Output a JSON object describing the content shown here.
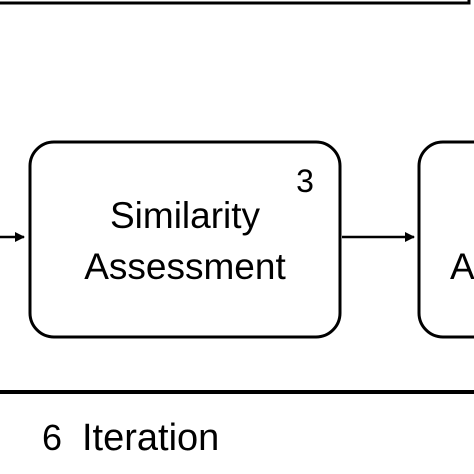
{
  "diagram": {
    "nodes": [
      {
        "id": "similarity-assessment",
        "step_number": "3",
        "label_lines": [
          "Similarity",
          "Assessment"
        ]
      },
      {
        "id": "next-step-partial",
        "label_lines": [
          "A"
        ]
      }
    ],
    "edges": [
      {
        "from": "previous-step",
        "to": "similarity-assessment"
      },
      {
        "from": "similarity-assessment",
        "to": "next-step-partial"
      }
    ],
    "footer": {
      "step_number": "6",
      "label": "Iteration"
    }
  },
  "colors": {
    "stroke": "#000000",
    "background": "#ffffff",
    "text": "#000000"
  }
}
